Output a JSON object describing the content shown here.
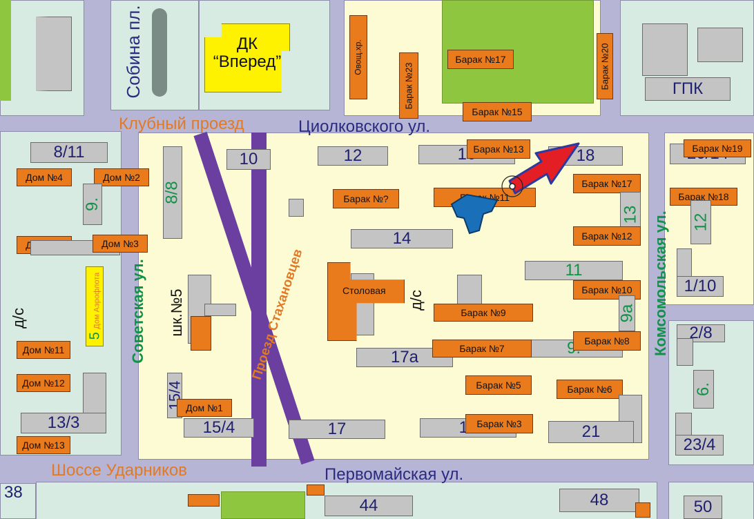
{
  "streets": {
    "klubny": "Клубный проезд",
    "tsiolkovskogo": "Циолковского ул.",
    "sobina": "Собина пл.",
    "sovetskaya": "Советская ул.",
    "komsomolskaya": "Комсомольская ул.",
    "stakhanovtsev": "Проезд Стахановцев",
    "udarnikov": "Шоссе Ударников",
    "pervomayskaya": "Первомайская ул."
  },
  "places": {
    "dk_line1": "ДК",
    "dk_line2": "“Вперед”",
    "gpk": "ГПК",
    "ovoshch": "Овощ.хр.",
    "stolovaya": "Столовая",
    "shk_no5": "шк.№5",
    "ds_left": "д/с",
    "ds_center": "д/с",
    "dom_aeroflota_num": "5",
    "dom_aeroflota": "Дом Аэрофлота"
  },
  "barracks": {
    "b17_top": "Барак №17",
    "b20": "Барак №20",
    "b23": "Барак №23",
    "b15": "Барак №15",
    "b13": "Барак №13",
    "b19": "Барак №19",
    "b17_right": "Барак №17",
    "b18": "Барак №18",
    "b_unknown": "Барак №?",
    "b11": "Барак №11",
    "b12": "Барак №12",
    "b10": "Барак №10",
    "b9": "Барак №9",
    "b8": "Барак №8",
    "b7": "Барак №7",
    "b5": "Барак №5",
    "b6": "Барак №6",
    "b3": "Барак №3"
  },
  "houses": {
    "d4": "Дом №4",
    "d2": "Дом №2",
    "d5": "Дом №5",
    "d3": "Дом №3",
    "d11": "Дом №11",
    "d12": "Дом №12",
    "d13": "Дом №13",
    "d1": "Дом №1"
  },
  "numbers": {
    "n8_11": "8/11",
    "n9_left": "9.",
    "n8_8": "8/8",
    "n10": "10",
    "n12": "12",
    "n16": "16",
    "n18": "18",
    "n20_14": "20/14",
    "n12_right": "12",
    "n13": "13",
    "n14": "14",
    "n11": "11",
    "n1_10": "1/10",
    "n9a": "9а",
    "n2_8": "2/8",
    "n9_center": "9.",
    "n17a": "17а",
    "n6": "6.",
    "n15_4_v": "15/4",
    "n15_4": "15/4",
    "n13_3": "13/3",
    "n17": "17",
    "n19": "19",
    "n21": "21",
    "n23_4": "23/4",
    "n38": "38",
    "n44": "44",
    "n48": "48",
    "n50": "50"
  },
  "colors": {
    "road": "#b7b5d6",
    "block_yellow": "#fdfbd3",
    "block_green": "#d8ebe3",
    "building": "#c4c4c4",
    "barrack": "#ea7b1d",
    "park": "#8ec63f",
    "dk": "#fff200",
    "route": "#6a3fa0",
    "arrow": "#e31e24",
    "target": "#1a70b8"
  },
  "icons": {
    "arrow": "direction-arrow-icon",
    "marker": "location-marker-icon",
    "target": "target-building-icon"
  }
}
